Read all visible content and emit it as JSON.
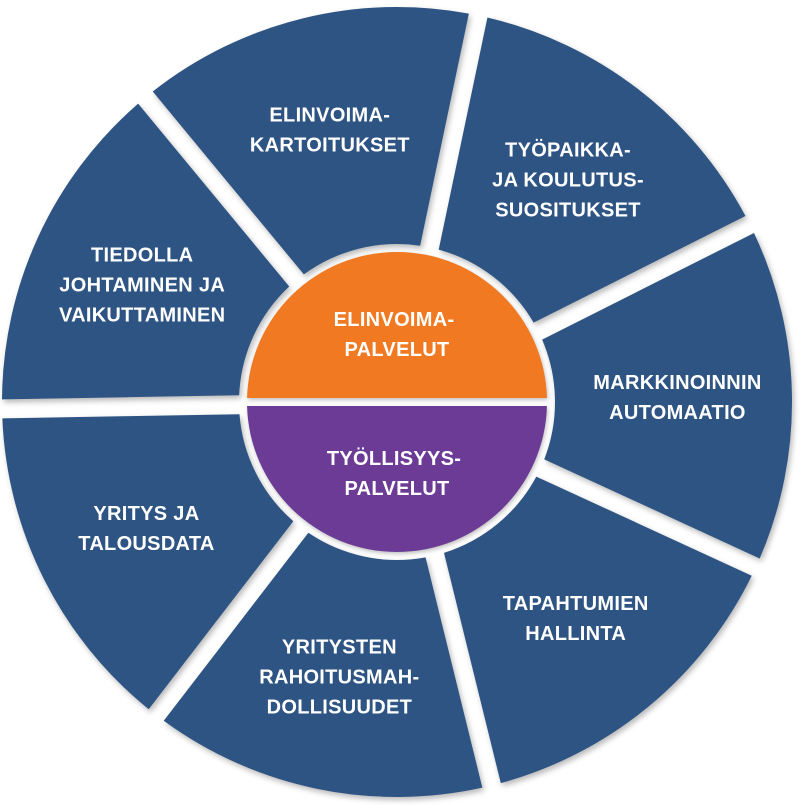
{
  "colors": {
    "segment": "#2E5483",
    "top_half": "#F07921",
    "bottom_half": "#6B3B96",
    "text": "#FFFFFF",
    "background": "#FFFFFF"
  },
  "center": {
    "top": {
      "lines": [
        "ELINVOIMA-",
        "PALVELUT"
      ]
    },
    "bottom": {
      "lines": [
        "TYÖLLISYYS-",
        "PALVELUT"
      ]
    }
  },
  "segments": [
    {
      "id": "tiedolla",
      "lines": [
        "TIEDOLLA",
        "JOHTAMINEN JA",
        "VAIKUTTAMINEN"
      ]
    },
    {
      "id": "elinvoimakartoitukset",
      "lines": [
        "ELINVOIMA-",
        "KARTOITUKSET"
      ]
    },
    {
      "id": "tyopaikka",
      "lines": [
        "TYÖPAIKKA-",
        "JA KOULUTUS-",
        "SUOSITUKSET"
      ]
    },
    {
      "id": "markkinoinnin",
      "lines": [
        "MARKKINOINNIN",
        "AUTOMAATIO"
      ]
    },
    {
      "id": "tapahtumien",
      "lines": [
        "TAPAHTUMIEN",
        "HALLINTA"
      ]
    },
    {
      "id": "yritysten",
      "lines": [
        "YRITYSTEN",
        "RAHOITUSMAH-",
        "DOLLISUUDET"
      ]
    },
    {
      "id": "yritys",
      "lines": [
        "YRITYS JA",
        "TALOUSDATA"
      ]
    }
  ]
}
